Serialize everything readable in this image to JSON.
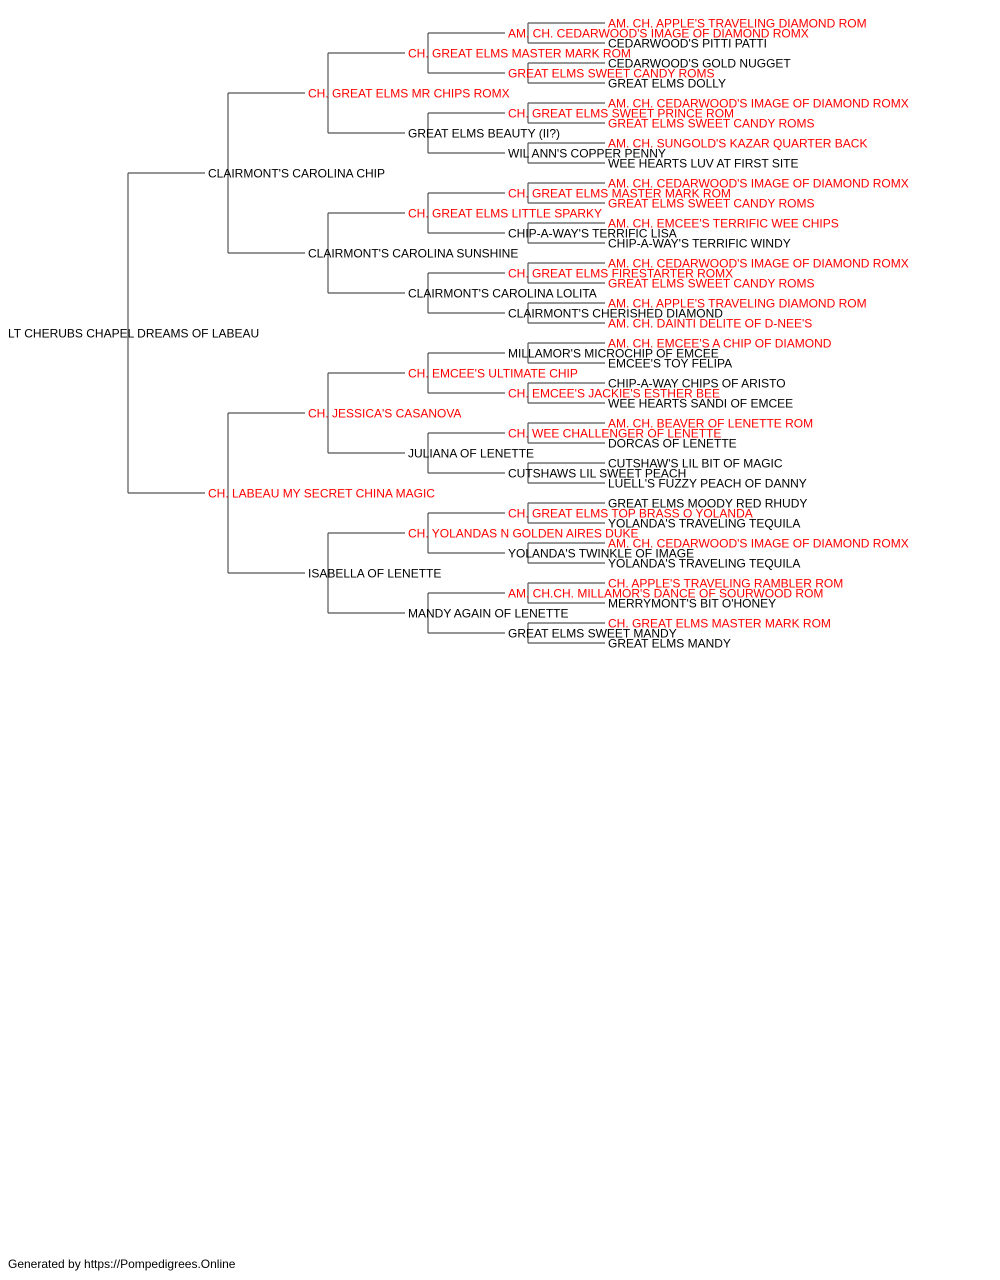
{
  "colors": {
    "titled": "#ff0000",
    "plain": "#000000",
    "line": "#555555"
  },
  "pedigree": {
    "name": "LT CHERUBS CHAPEL DREAMS OF LABEAU",
    "titled": false,
    "sire": {
      "name": "CLAIRMONT'S CAROLINA CHIP",
      "titled": false,
      "sire": {
        "name": "CH. GREAT ELMS MR CHIPS ROMX",
        "titled": true,
        "sire": {
          "name": "CH. GREAT ELMS MASTER MARK ROM",
          "titled": true,
          "sire": {
            "name": "AM. CH. CEDARWOOD'S IMAGE OF DIAMOND ROMX",
            "titled": true,
            "sire": {
              "name": "AM. CH. APPLE'S TRAVELING DIAMOND ROM",
              "titled": true
            },
            "dam": {
              "name": "CEDARWOOD'S PITTI PATTI",
              "titled": false
            }
          },
          "dam": {
            "name": "GREAT ELMS SWEET CANDY ROMS",
            "titled": true,
            "sire": {
              "name": "CEDARWOOD'S GOLD NUGGET",
              "titled": false
            },
            "dam": {
              "name": "GREAT ELMS DOLLY",
              "titled": false
            }
          }
        },
        "dam": {
          "name": "GREAT ELMS BEAUTY (II?)",
          "titled": false,
          "sire": {
            "name": "CH. GREAT ELMS SWEET PRINCE ROM",
            "titled": true,
            "sire": {
              "name": "AM. CH. CEDARWOOD'S IMAGE OF DIAMOND ROMX",
              "titled": true
            },
            "dam": {
              "name": "GREAT ELMS SWEET CANDY ROMS",
              "titled": true
            }
          },
          "dam": {
            "name": "WIL ANN'S COPPER PENNY",
            "titled": false,
            "sire": {
              "name": "AM. CH. SUNGOLD'S KAZAR QUARTER BACK",
              "titled": true
            },
            "dam": {
              "name": "WEE HEARTS LUV AT FIRST SITE",
              "titled": false
            }
          }
        }
      },
      "dam": {
        "name": "CLAIRMONT'S CAROLINA SUNSHINE",
        "titled": false,
        "sire": {
          "name": "CH. GREAT ELMS LITTLE SPARKY",
          "titled": true,
          "sire": {
            "name": "CH. GREAT ELMS MASTER MARK ROM",
            "titled": true,
            "sire": {
              "name": "AM. CH. CEDARWOOD'S IMAGE OF DIAMOND ROMX",
              "titled": true
            },
            "dam": {
              "name": "GREAT ELMS SWEET CANDY ROMS",
              "titled": true
            }
          },
          "dam": {
            "name": "CHIP-A-WAY'S TERRIFIC LISA",
            "titled": false,
            "sire": {
              "name": "AM. CH. EMCEE'S TERRIFIC WEE CHIPS",
              "titled": true
            },
            "dam": {
              "name": "CHIP-A-WAY'S TERRIFIC WINDY",
              "titled": false
            }
          }
        },
        "dam": {
          "name": "CLAIRMONT'S CAROLINA LOLITA",
          "titled": false,
          "sire": {
            "name": "CH. GREAT ELMS FIRESTARTER ROMX",
            "titled": true,
            "sire": {
              "name": "AM. CH. CEDARWOOD'S IMAGE OF DIAMOND ROMX",
              "titled": true
            },
            "dam": {
              "name": "GREAT ELMS SWEET CANDY ROMS",
              "titled": true
            }
          },
          "dam": {
            "name": "CLAIRMONT'S CHERISHED DIAMOND",
            "titled": false,
            "sire": {
              "name": "AM. CH. APPLE'S TRAVELING DIAMOND ROM",
              "titled": true
            },
            "dam": {
              "name": "AM. CH. DAINTI DELITE OF D-NEE'S",
              "titled": true
            }
          }
        }
      }
    },
    "dam": {
      "name": "CH. LABEAU MY SECRET CHINA MAGIC",
      "titled": true,
      "sire": {
        "name": "CH. JESSICA'S CASANOVA",
        "titled": true,
        "sire": {
          "name": "CH. EMCEE'S ULTIMATE CHIP",
          "titled": true,
          "sire": {
            "name": "MILLAMOR'S MICROCHIP OF EMCEE",
            "titled": false,
            "sire": {
              "name": "AM. CH. EMCEE'S A CHIP OF DIAMOND",
              "titled": true
            },
            "dam": {
              "name": "EMCEE'S TOY FELIPA",
              "titled": false
            }
          },
          "dam": {
            "name": "CH. EMCEE'S JACKIE'S ESTHER BEE",
            "titled": true,
            "sire": {
              "name": "CHIP-A-WAY CHIPS OF ARISTO",
              "titled": false
            },
            "dam": {
              "name": "WEE HEARTS SANDI OF EMCEE",
              "titled": false
            }
          }
        },
        "dam": {
          "name": "JULIANA OF LENETTE",
          "titled": false,
          "sire": {
            "name": "CH. WEE CHALLENGER OF LENETTE",
            "titled": true,
            "sire": {
              "name": "AM. CH. BEAVER OF LENETTE ROM",
              "titled": true
            },
            "dam": {
              "name": "DORCAS OF LENETTE",
              "titled": false
            }
          },
          "dam": {
            "name": "CUTSHAWS LIL SWEET PEACH",
            "titled": false,
            "sire": {
              "name": "CUTSHAW'S LIL BIT OF MAGIC",
              "titled": false
            },
            "dam": {
              "name": "LUELL'S FUZZY PEACH OF DANNY",
              "titled": false
            }
          }
        }
      },
      "dam": {
        "name": "ISABELLA OF LENETTE",
        "titled": false,
        "sire": {
          "name": "CH. YOLANDAS N GOLDEN AIRES DUKE",
          "titled": true,
          "sire": {
            "name": "CH. GREAT ELMS TOP BRASS O YOLANDA",
            "titled": true,
            "sire": {
              "name": "GREAT ELMS MOODY RED RHUDY",
              "titled": false
            },
            "dam": {
              "name": "YOLANDA'S TRAVELING TEQUILA",
              "titled": false
            }
          },
          "dam": {
            "name": "YOLANDA'S TWINKLE OF IMAGE",
            "titled": false,
            "sire": {
              "name": "AM. CH. CEDARWOOD'S IMAGE OF DIAMOND ROMX",
              "titled": true
            },
            "dam": {
              "name": "YOLANDA'S TRAVELING TEQUILA",
              "titled": false
            }
          }
        },
        "dam": {
          "name": "MANDY AGAIN OF LENETTE",
          "titled": false,
          "sire": {
            "name": "AM. CH.CH. MILLAMOR'S DANCE OF SOURWOOD ROM",
            "titled": true,
            "sire": {
              "name": "CH. APPLE'S TRAVELING RAMBLER ROM",
              "titled": true
            },
            "dam": {
              "name": "MERRYMONT'S BIT O'HONEY",
              "titled": false
            }
          },
          "dam": {
            "name": "GREAT ELMS SWEET MANDY",
            "titled": false,
            "sire": {
              "name": "CH. GREAT ELMS MASTER MARK ROM",
              "titled": true
            },
            "dam": {
              "name": "GREAT ELMS MANDY",
              "titled": false
            }
          }
        }
      }
    }
  },
  "footer": "Generated by https://Pompedigrees.Online"
}
